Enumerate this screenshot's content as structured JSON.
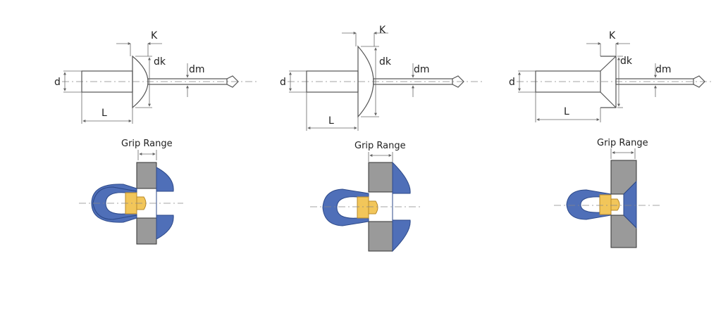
{
  "labels": {
    "d": "d",
    "L": "L",
    "K": "K",
    "dk": "dk",
    "dm": "dm",
    "grip_range": "Grip Range"
  },
  "variants": [
    {
      "head": "dome"
    },
    {
      "head": "large-flange"
    },
    {
      "head": "countersunk"
    }
  ],
  "colors": {
    "rivet_body": "#4f6fb8",
    "mandrel_head": "#f2c65a",
    "plate": "#9a9a9a",
    "plate_edge": "#333333"
  }
}
